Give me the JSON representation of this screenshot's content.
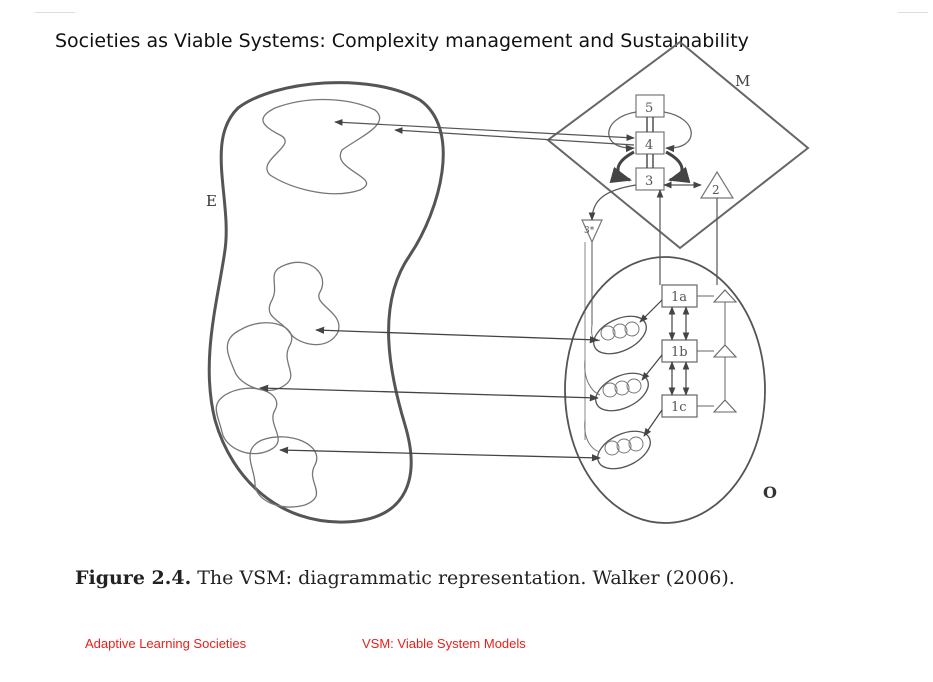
{
  "slide": {
    "title": "Societies as Viable Systems: Complexity management and Sustainability"
  },
  "diagram": {
    "env_label": "E",
    "meta_label": "M",
    "operations_label": "O",
    "system5": "5",
    "system4": "4",
    "system3": "3",
    "system2": "2",
    "system3star": "3*",
    "unit_1a": "1a",
    "unit_1b": "1b",
    "unit_1c": "1c"
  },
  "caption": {
    "figure": "Figure 2.4.",
    "text": "The VSM:  diagrammatic representation. Walker (2006)."
  },
  "footer": {
    "left": "Adaptive Learning Societies",
    "right": "VSM: Viable System Models"
  }
}
